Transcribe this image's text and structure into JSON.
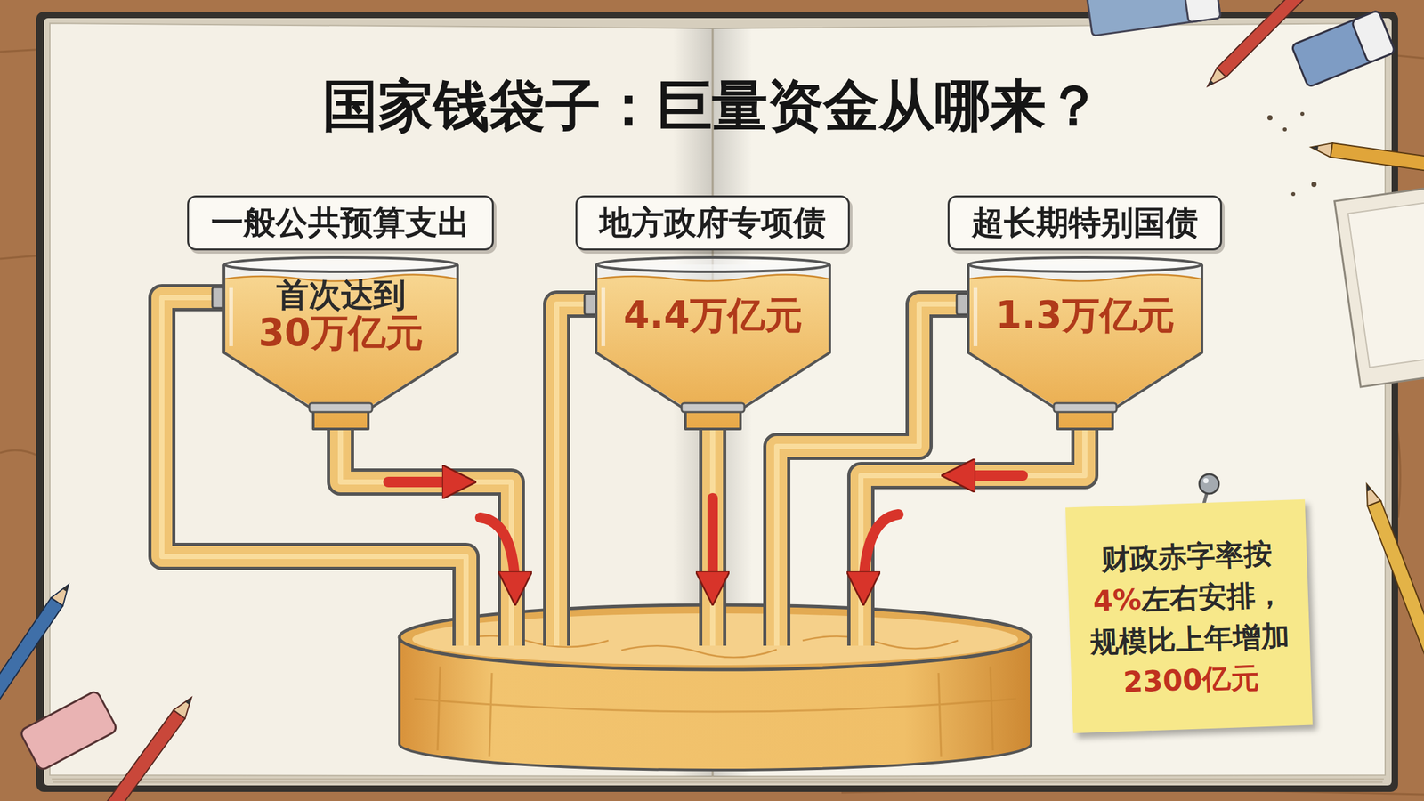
{
  "diagram": {
    "title": "国家钱袋子：巨量资金从哪来？",
    "nodes": [
      {
        "text": [
          "一般公共预算支出"
        ]
      },
      {
        "text": [
          "首次达到",
          "30万亿元"
        ]
      },
      {
        "text": [
          "地方政府专项债"
        ]
      },
      {
        "text": [
          "4.4万亿元"
        ]
      },
      {
        "text": [
          "超长期特别国债"
        ]
      },
      {
        "text": [
          "1.3万亿元"
        ]
      },
      {
        "text": [
          "财政赤字率按",
          "4%",
          "左右安排，",
          "规模比上年增加",
          "2300亿元"
        ]
      }
    ]
  }
}
